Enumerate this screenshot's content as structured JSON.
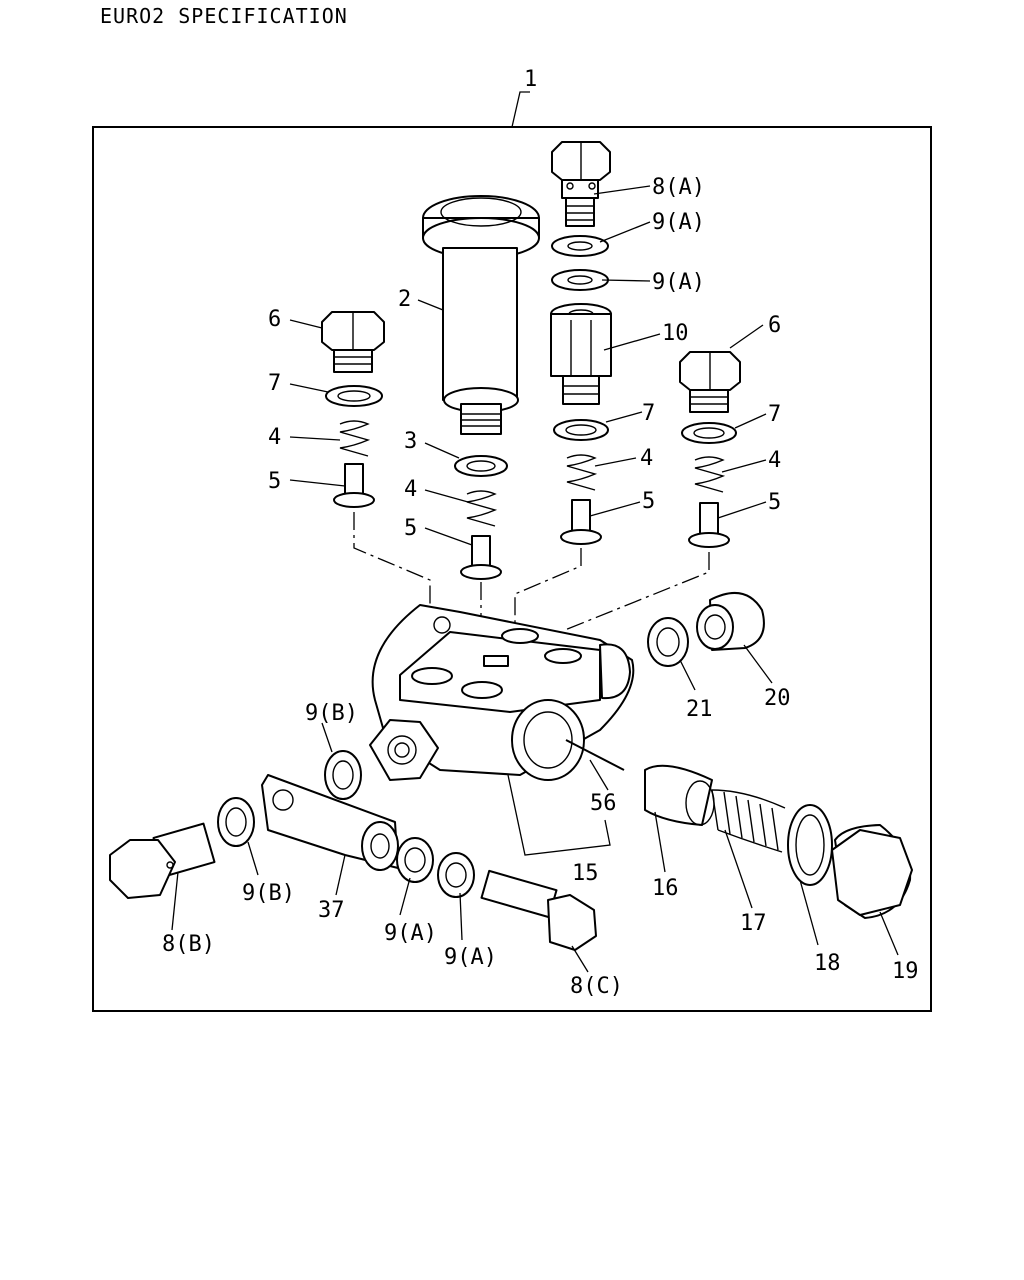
{
  "page": {
    "title": "EURO2 SPECIFICATION"
  },
  "callouts": {
    "c1": "1",
    "c2": "2",
    "c3": "3",
    "c4a": "4",
    "c4b": "4",
    "c4c": "4",
    "c4d": "4",
    "c5a": "5",
    "c5b": "5",
    "c5c": "5",
    "c5d": "5",
    "c6a": "6",
    "c6b": "6",
    "c7a": "7",
    "c7b": "7",
    "c7c": "7",
    "c8A": "8(A)",
    "c8B": "8(B)",
    "c8C": "8(C)",
    "c9A1": "9(A)",
    "c9A2": "9(A)",
    "c9A3": "9(A)",
    "c9A4": "9(A)",
    "c9B1": "9(B)",
    "c9B2": "9(B)",
    "c10": "10",
    "c15": "15",
    "c16": "16",
    "c17": "17",
    "c18": "18",
    "c19": "19",
    "c20": "20",
    "c21": "21",
    "c37": "37",
    "c56": "56"
  }
}
